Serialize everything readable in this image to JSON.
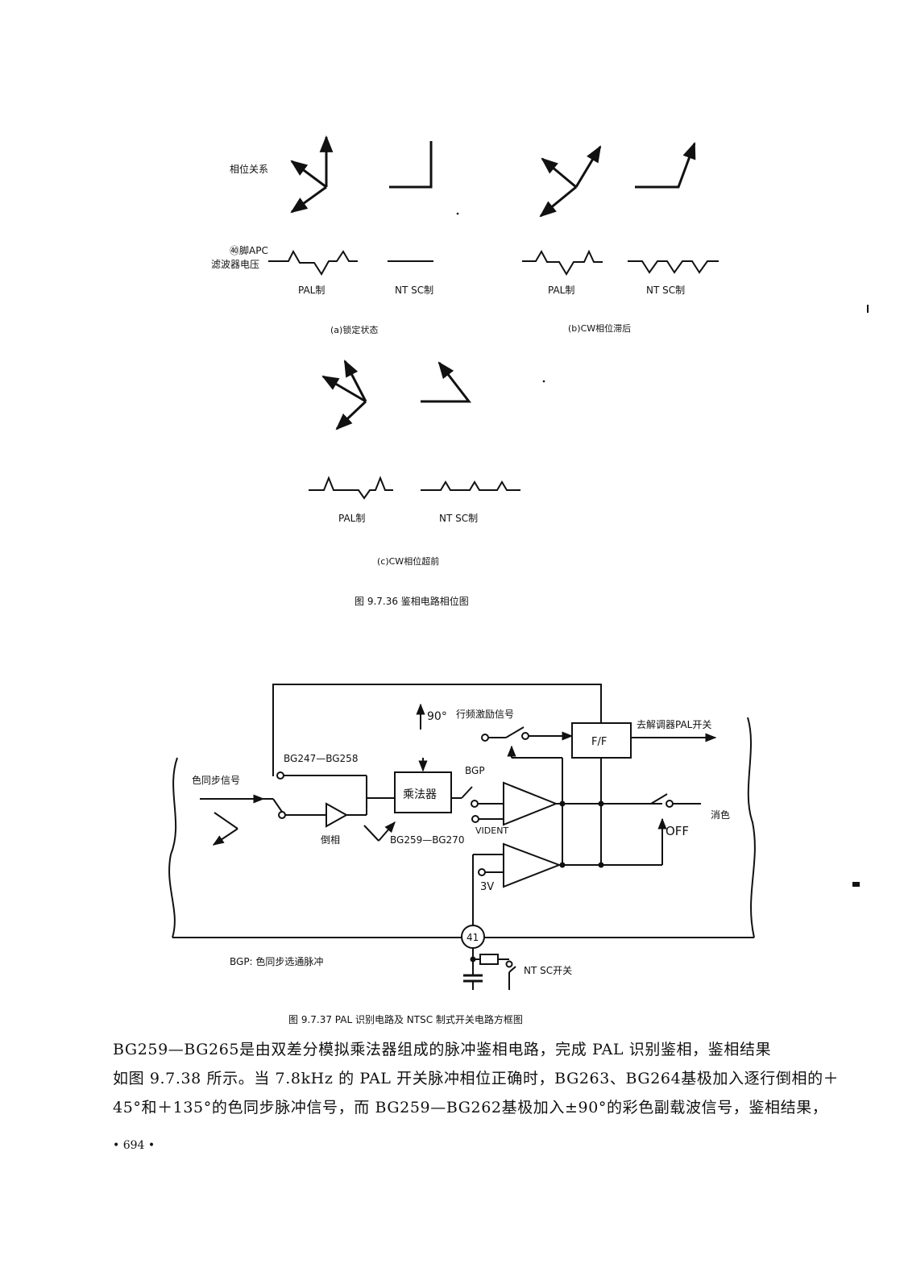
{
  "fig36": {
    "label_phase": "相位关系",
    "label_apc_1": "㊵脚APC",
    "label_apc_2": "滤波器电压",
    "pal_a": "PAL制",
    "ntsc_a": "NT SC制",
    "pal_b": "PAL制",
    "ntsc_b": "NT SC制",
    "pal_c": "PAL制",
    "ntsc_c": "NT SC制",
    "sub_a": "(a)锁定状态",
    "sub_b": "(b)CW相位滞后",
    "sub_c": "(c)CW相位超前",
    "caption": "图 9.7.36  鉴相电路相位图"
  },
  "fig37": {
    "chroma_sync": "色同步信号",
    "bg247": "BG247—BG258",
    "inverter_label": "倒相",
    "multiplier": "乘法器",
    "bg259": "BG259—BG270",
    "bgp": "BGP",
    "deg90": "90°",
    "hsync_drive": "行频激励信号",
    "ff": "F/F",
    "to_demod": "去解调器PAL开关",
    "vident": "VIDENT",
    "off": "OFF",
    "kill": "消色",
    "v3": "3V",
    "pin41": "41",
    "ntsc_switch": "NT SC开关",
    "bgp_def": "BGP: 色同步选通脉冲",
    "caption": "图 9.7.37  PAL 识别电路及 NTSC 制式开关电路方框图"
  },
  "body": {
    "line1": "BG259—BG265是由双差分模拟乘法器组成的脉冲鉴相电路，完成 PAL 识别鉴相，鉴相结果",
    "line2": "如图 9.7.38 所示。当 7.8kHz 的 PAL 开关脉冲相位正确时，BG263、BG264基极加入逐行倒相的＋",
    "line3": "45°和＋135°的色同步脉冲信号，而 BG259—BG262基极加入±90°的彩色副载波信号，鉴相结果，"
  },
  "page_number": "• 694 •"
}
